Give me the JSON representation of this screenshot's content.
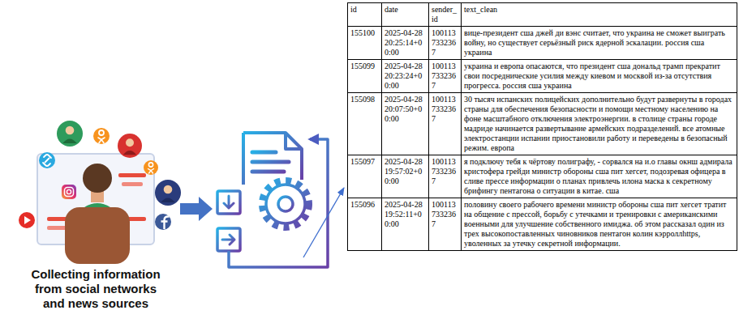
{
  "diagram": {
    "labels": [
      "Collecting information from social networks and news sources",
      "id",
      "date",
      "sender_id",
      "text_clean",
      "155100",
      "2025-04-28 20:25:14+00:00",
      "1001137332367",
      "вице-президент сша джей ди вэнс считает, что украина не сможет выиграть войну, но существует серьёзный риск ядерной эскалации. россия сша украина",
      "155099",
      "2025-04-28 20:23:24+00:00",
      "1001137332367",
      "украина и европа опасаются, что президент сша дональд трамп прекратит свои посреднические усилия между киевом и москвой из-за отсутствия прогресса. россия сша украина",
      "155098",
      "2025-04-28 20:07:50+00:00",
      "1001137332367",
      "30 тысяч испанских полицейских дополнительно будут развернуты в городах страны для обеспечения безопасности и помощи местному населению на фоне масштабного отключения электроэнергии. в столице страны городе мадриде начинается развертывание армейских подразделений. все атомные электростанции испании приостановили работу и переведены в безопасный режим. европа",
      "155097",
      "2025-04-28 19:57:02+00:00",
      "1001137332367",
      "я подключу тебя к чёртову полиграфу, - сорвался на и.о главы окнш адмирала кристофера грейди министр обороны сша пит хегсет, подозревая офицера в сливе прессе информации о планах привлечь илона маска к секретному брифингу пентагона о ситуации в китае. сша",
      "155096",
      "2025-04-28 19:52:11+00:00",
      "1001137332367",
      "половину своего рабочего времени министр обороны сша пит хегсет тратит на общение с прессой, борьбу с утечками и тренировки с американскими военными для улучшение собственного имиджа. об этом рассказал один из трех высокопоставленных чиновников пентагон колин кэрроллhttps, уволенных за утечку секретной информации."
    ]
  }
}
